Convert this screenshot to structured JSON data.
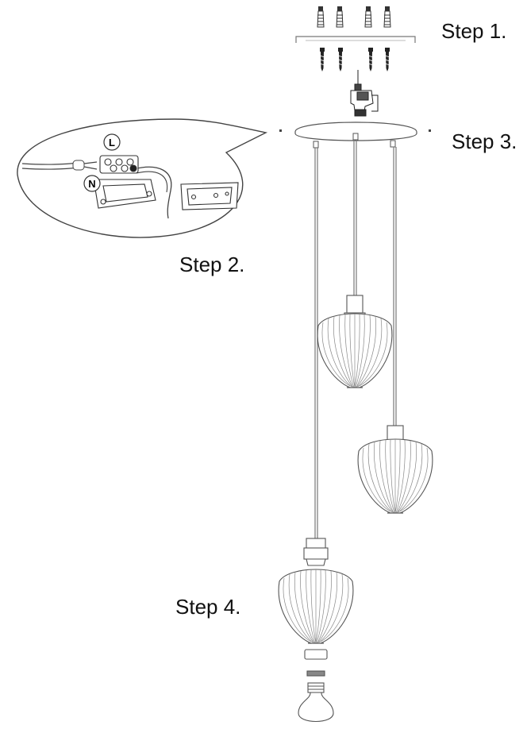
{
  "steps": {
    "step1": "Step 1.",
    "step2": "Step 2.",
    "step3": "Step 3.",
    "step4": "Step 4."
  },
  "wiring": {
    "live": "L",
    "neutral": "N"
  },
  "icons": [
    "wall-plug-icon",
    "screw-icon",
    "drill-icon",
    "ceiling-canopy-icon",
    "terminal-block-icon",
    "pendant-shade-icon",
    "lamp-socket-icon",
    "light-bulb-icon"
  ]
}
